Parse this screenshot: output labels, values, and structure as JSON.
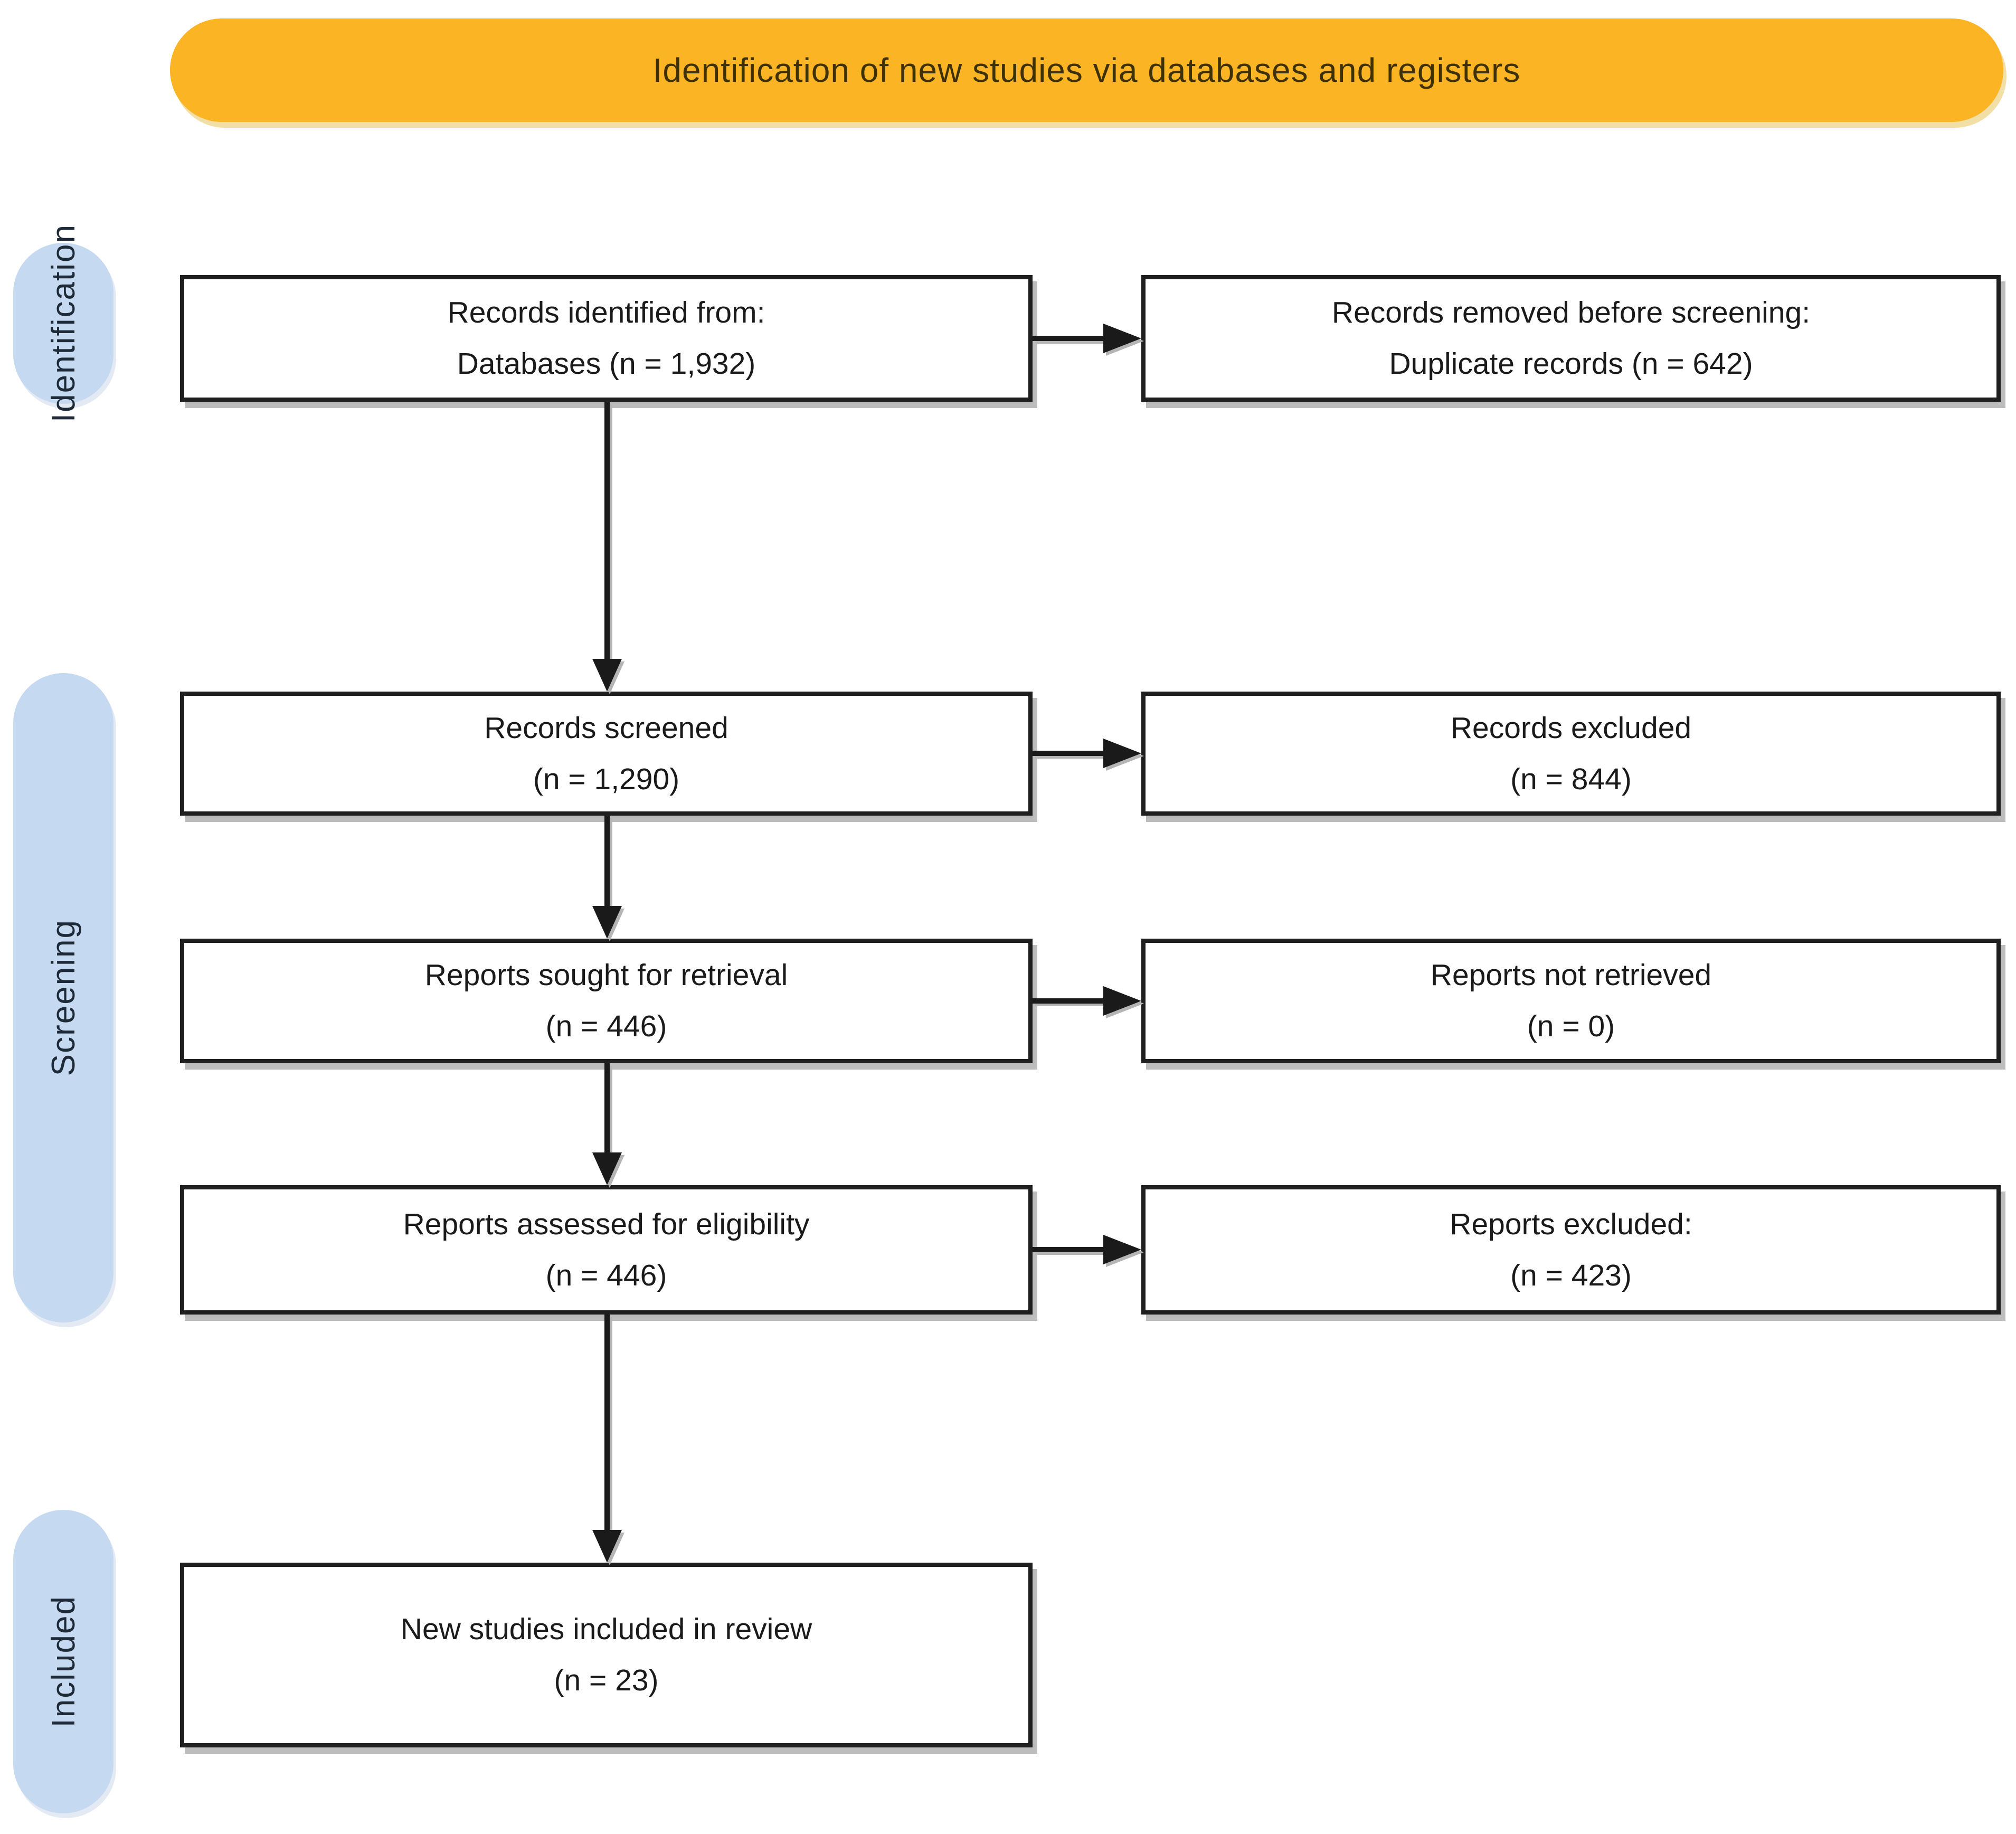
{
  "banner": {
    "title": "Identification of new studies via databases and registers"
  },
  "stages": [
    {
      "label": "Identification"
    },
    {
      "label": "Screening"
    },
    {
      "label": "Included"
    }
  ],
  "boxes": {
    "records_identified": {
      "line1": "Records identified from:",
      "line2": "Databases (n = 1,932)"
    },
    "records_removed": {
      "line1": "Records removed before screening:",
      "line2": "Duplicate records (n = 642)"
    },
    "records_screened": {
      "line1": "Records screened",
      "line2": "(n = 1,290)"
    },
    "records_excluded": {
      "line1": "Records excluded",
      "line2": "(n = 844)"
    },
    "reports_sought": {
      "line1": "Reports sought for retrieval",
      "line2": "(n = 446)"
    },
    "reports_not_retrieved": {
      "line1": "Reports not retrieved",
      "line2": "(n = 0)"
    },
    "reports_assessed": {
      "line1": "Reports assessed for eligibility",
      "line2": "(n = 446)"
    },
    "reports_excluded": {
      "line1": "Reports excluded:",
      "line2": "(n = 423)"
    },
    "new_studies": {
      "line1": "New studies included in review",
      "line2": "(n = 23)"
    }
  },
  "colors": {
    "banner_bg": "#FBB424",
    "banner_text": "#3E3103",
    "stage_bg": "#C5D9F1",
    "stage_text": "#1E2A38",
    "box_border": "#1F1F1F",
    "box_bg": "#FFFFFF",
    "text": "#1A1A1A",
    "arrow": "#1A1A1A",
    "shadow": "#BDBDBD"
  }
}
